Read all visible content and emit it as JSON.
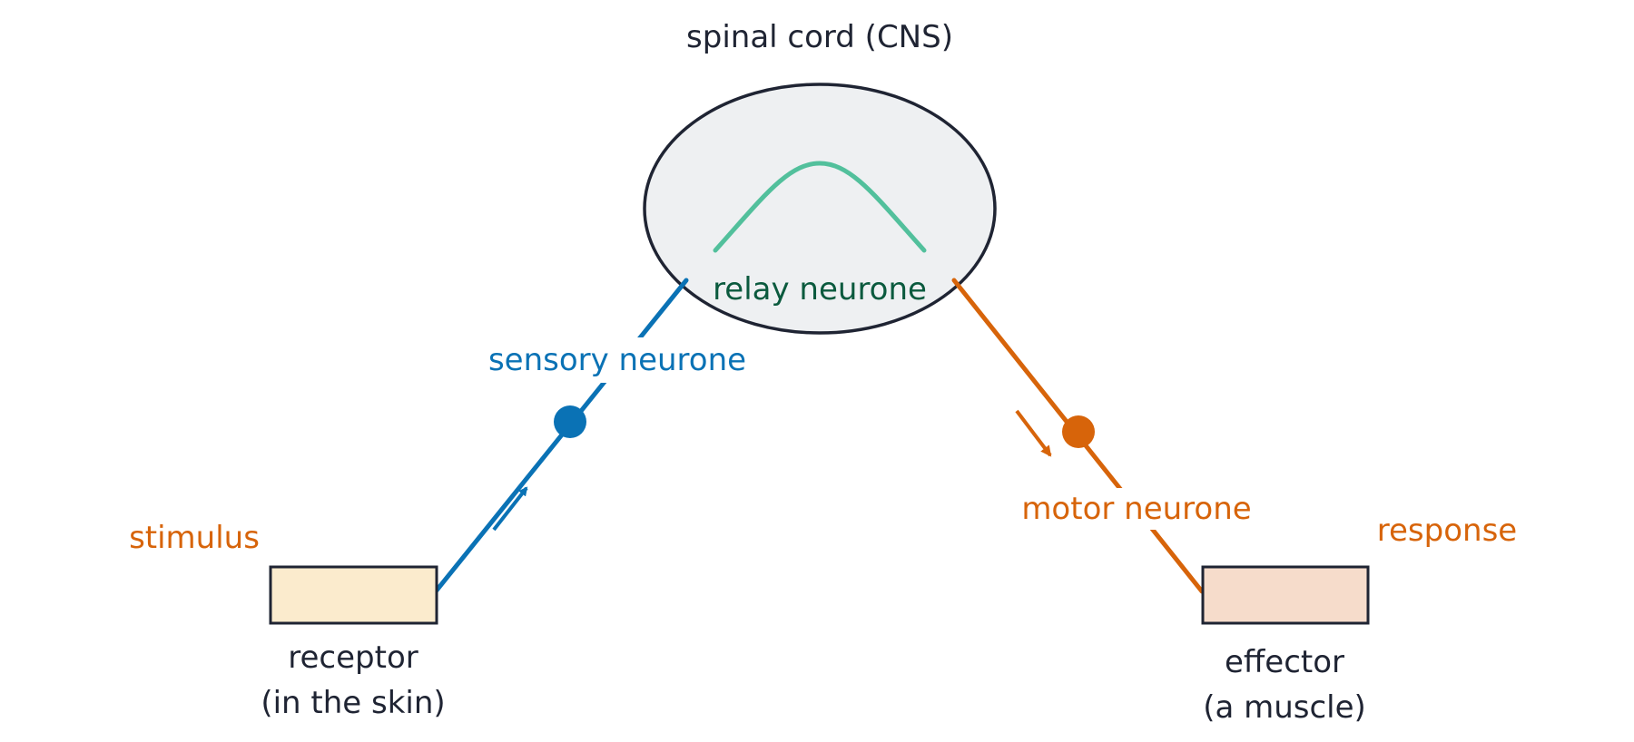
{
  "labels": {
    "spinal_cord": "spinal cord (CNS)",
    "relay_neurone": "relay neurone",
    "sensory_neurone": "sensory neurone",
    "motor_neurone": "motor neurone",
    "stimulus": "stimulus",
    "response": "response",
    "receptor_line1": "receptor",
    "receptor_line2": "(in the skin)",
    "effector_line1": "effector",
    "effector_line2": "(a muscle)"
  },
  "colors": {
    "outline": "#1f2433",
    "spinal_fill": "#eef0f2",
    "relay": "#52c09c",
    "relay_text": "#0b5a3e",
    "sensory": "#0a72b5",
    "motor": "#d7640a",
    "receptor_fill": "#fbebcd",
    "effector_fill": "#f6dccb"
  }
}
